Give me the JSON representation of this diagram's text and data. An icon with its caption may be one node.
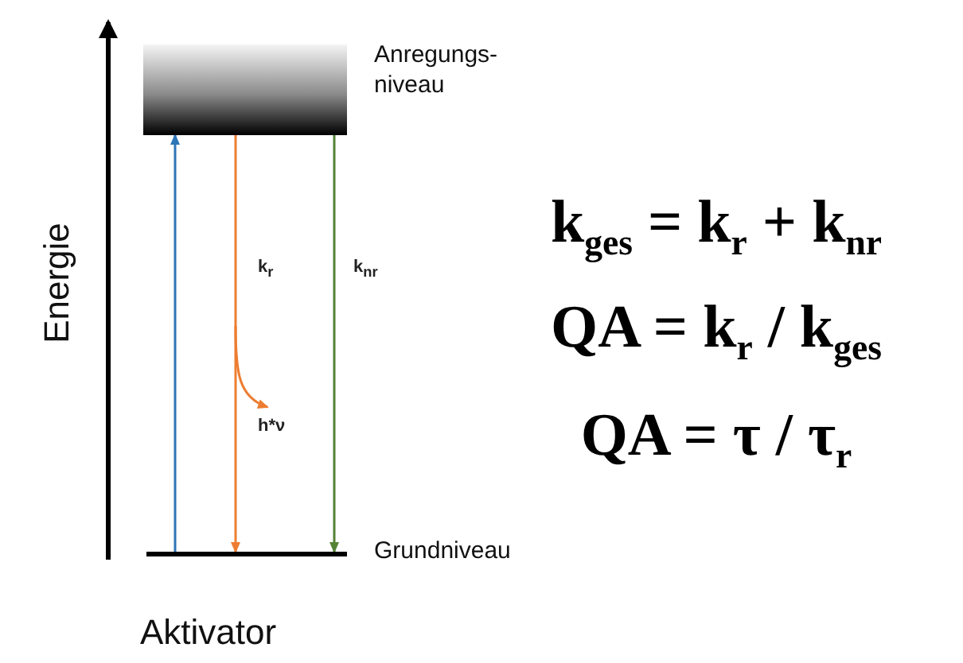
{
  "diagram": {
    "nodes": [
      {
        "text": [
          "Anregungs- niveau"
        ]
      },
      {
        "text": [
          "Grundniveau"
        ]
      },
      {
        "text": [
          "h*ν"
        ]
      }
    ],
    "edges": [
      {
        "from": 1,
        "to": 0,
        "arrow": "to",
        "color": "#2e75b6"
      },
      {
        "from": 0,
        "to": 1,
        "arrow": "to",
        "label": "k$_{r}$",
        "color": "#ed7d31"
      },
      {
        "from": 0,
        "to": 1,
        "arrow": "to",
        "label": "k$_{nr}$",
        "color": "#548235"
      },
      {
        "from": null,
        "to": 2,
        "arrow": "to",
        "color": "#ed7d31"
      }
    ],
    "labels": [
      "Energie",
      "k$_{ges}$ = k$_{r}$ + k$_{nr}$",
      "QA = k$_{r}$ / k$_{ges}$",
      "QA = τ / τ$_{r}$",
      "Aktivator"
    ]
  }
}
